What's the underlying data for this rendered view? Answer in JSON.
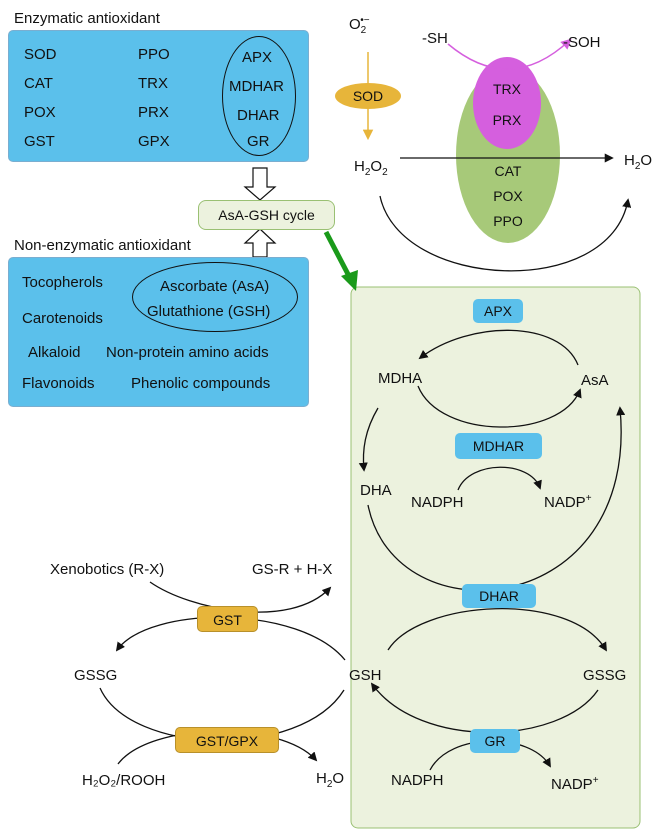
{
  "enzymatic": {
    "heading": "Enzymatic antioxidant",
    "col1": [
      "SOD",
      "CAT",
      "POX",
      "GST"
    ],
    "col2": [
      "PPO",
      "TRX",
      "PRX",
      "GPX"
    ],
    "oval": [
      "APX",
      "MDHAR",
      "DHAR",
      "GR"
    ]
  },
  "cycle_label": "AsA-GSH cycle",
  "nonenzymatic": {
    "heading": "Non-enzymatic antioxidant",
    "items": [
      "Tocopherols",
      "Carotenoids",
      "Alkaloid",
      "Flavonoids"
    ],
    "right_items": [
      "Non-protein amino acids",
      "Phenolic compounds"
    ],
    "oval": [
      "Ascorbate (AsA)",
      "Glutathione (GSH)"
    ]
  },
  "top": {
    "superoxide": "O",
    "superoxide_sub": "2",
    "superoxide_sup": "•−",
    "sod": "SOD",
    "sh": "-SH",
    "soh": "-SOH",
    "trx": "TRX",
    "prx": "PRX",
    "h2o2": "H",
    "h2o2_sub": "2",
    "h2o2_tail": "O",
    "h2o2_sub2": "2",
    "h2o": "H",
    "h2o_sub": "2",
    "h2o_tail": "O",
    "green_enzymes": [
      "CAT",
      "POX",
      "PPO"
    ]
  },
  "cycle": {
    "apx": "APX",
    "mdha": "MDHA",
    "asa": "AsA",
    "mdhar": "MDHAR",
    "dha": "DHA",
    "nadph1": "NADPH",
    "nadp1": "NADP",
    "nadp1_sup": "+",
    "dhar": "DHAR",
    "gsh": "GSH",
    "gssg_right": "GSSG",
    "gr": "GR",
    "nadph2": "NADPH",
    "nadp2": "NADP",
    "nadp2_sup": "+"
  },
  "gst_pathway": {
    "xenobiotics": "Xenobotics (R-X)",
    "product": "GS-R + H-X",
    "gst": "GST",
    "gssg_left": "GSSG",
    "gst_gpx": "GST/GPX",
    "peroxide": "H₂O₂/ROOH",
    "water": "H",
    "water_sub": "2",
    "water_tail": "O"
  },
  "colors": {
    "blue_panel": "#5bc0eb",
    "green_panel": "#ecf2de",
    "green_oval": "#a7c979",
    "magenta": "#d55fde",
    "gold": "#e7b53a",
    "big_arrow": "#1a9a1a"
  }
}
